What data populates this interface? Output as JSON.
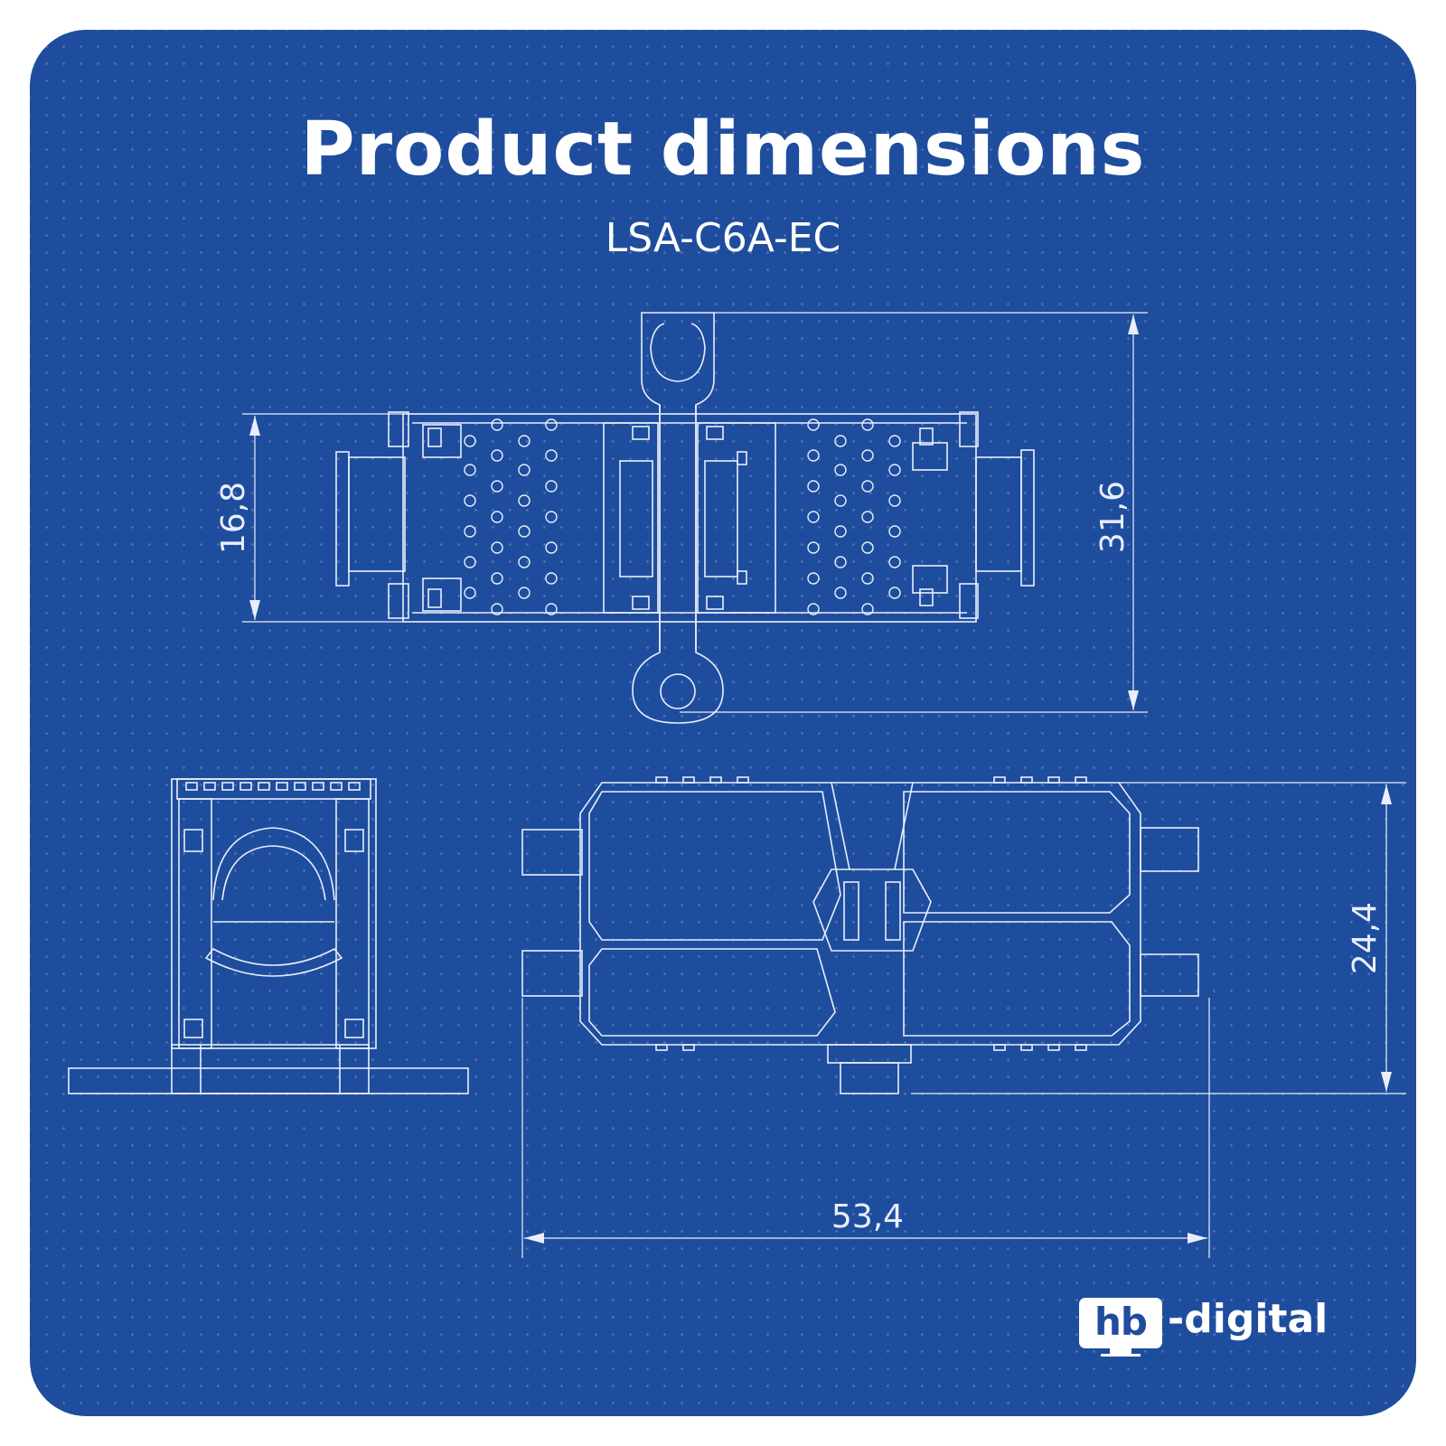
{
  "header": {
    "title": "Product dimensions",
    "subtitle": "LSA-C6A-EC"
  },
  "dimensions": {
    "top_height": "16,8",
    "top_length": "31,6",
    "side_height": "24,4",
    "side_length": "53,4"
  },
  "logo": {
    "mark": "hb",
    "text": "-digital"
  },
  "colors": {
    "background": "#1f4d9e",
    "lines": "#e8eefb",
    "text": "#ffffff"
  }
}
